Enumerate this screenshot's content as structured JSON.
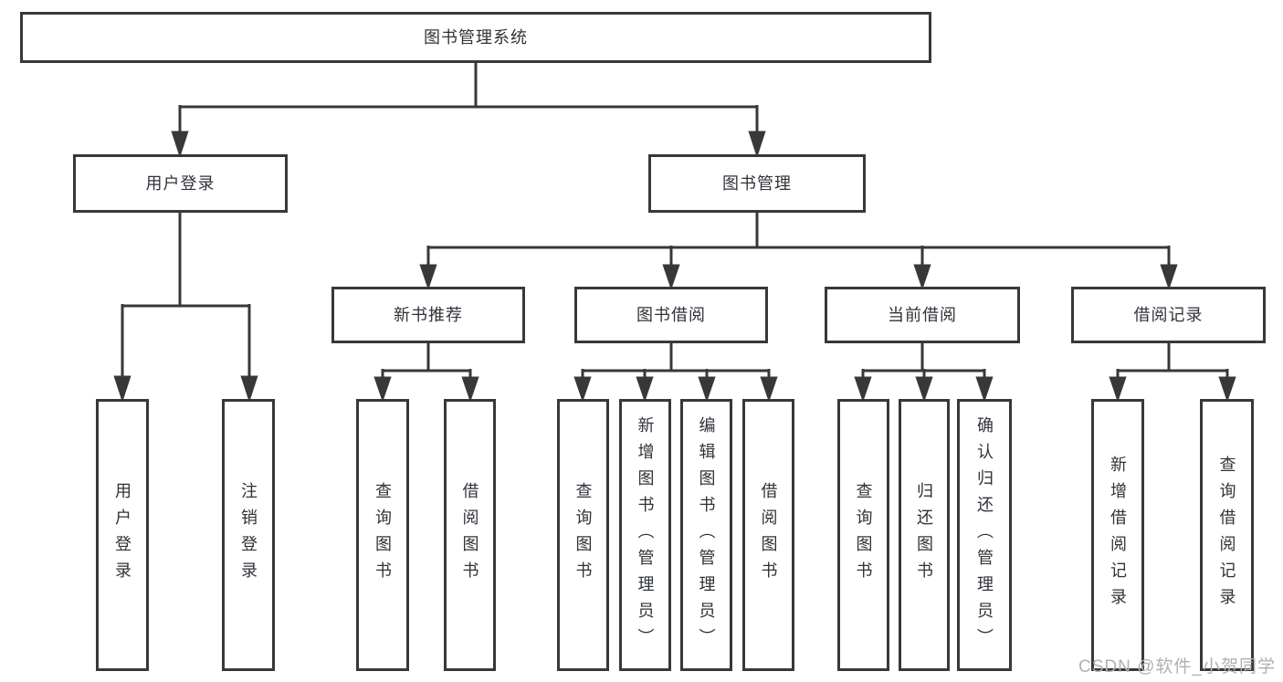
{
  "diagram": {
    "root": {
      "label": "图书管理系统"
    },
    "level2": {
      "user_login": {
        "label": "用户登录"
      },
      "book_mgmt": {
        "label": "图书管理"
      }
    },
    "user_login_children": [
      {
        "label": "用户登录"
      },
      {
        "label": "注销登录"
      }
    ],
    "modules": [
      {
        "label": "新书推荐",
        "children": [
          {
            "label": "查询图书"
          },
          {
            "label": "借阅图书"
          }
        ]
      },
      {
        "label": "图书借阅",
        "children": [
          {
            "label": "查询图书"
          },
          {
            "label": "新增图书（管理员）"
          },
          {
            "label": "编辑图书（管理员）"
          },
          {
            "label": "借阅图书"
          }
        ]
      },
      {
        "label": "当前借阅",
        "children": [
          {
            "label": "查询图书"
          },
          {
            "label": "归还图书"
          },
          {
            "label": "确认归还（管理员）"
          }
        ]
      },
      {
        "label": "借阅记录",
        "children": [
          {
            "label": "新增借阅记录"
          },
          {
            "label": "查询借阅记录"
          }
        ]
      }
    ]
  },
  "watermark": "CSDN @软件_小贺同学",
  "colors": {
    "line": "#383838",
    "text": "#2f3338",
    "watermark": "#b0b0b0",
    "background": "#ffffff"
  }
}
